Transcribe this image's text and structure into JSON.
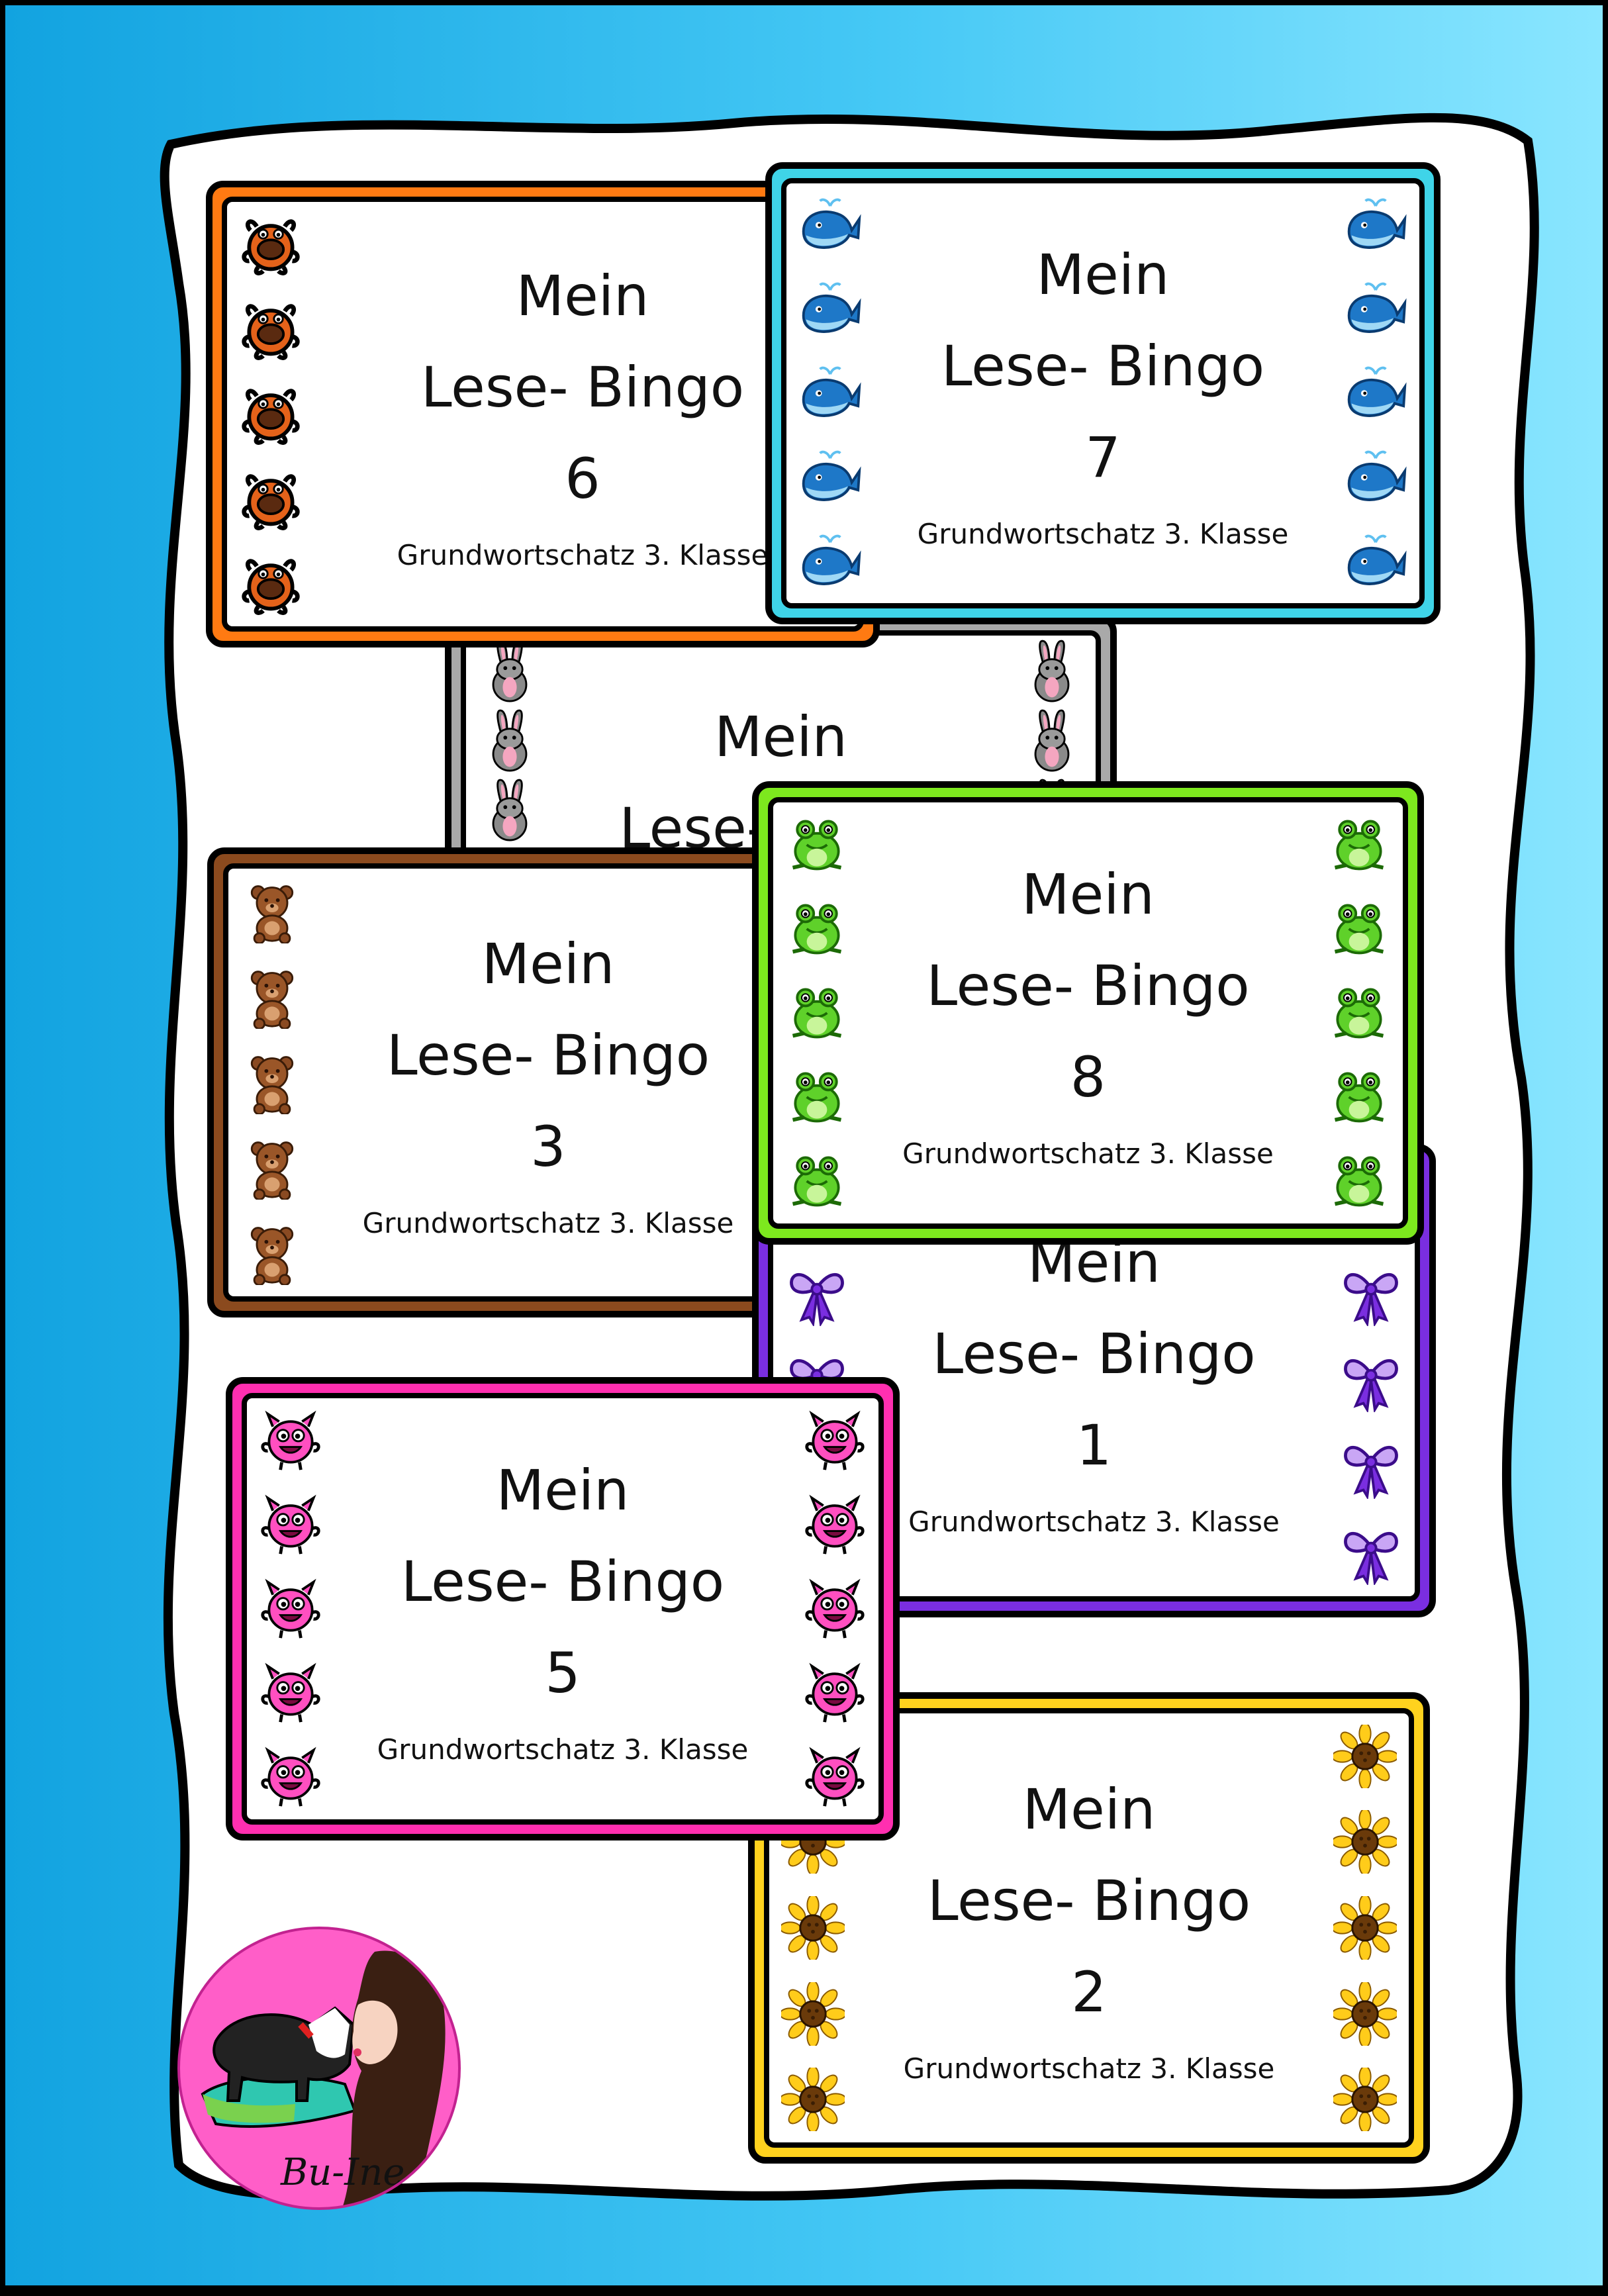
{
  "card_title": "Mein",
  "card_subtitle": "Lese- Bingo",
  "card_footer": "Grundwortschatz 3. Klasse",
  "logo_text": "Bu-Ine",
  "cards": [
    {
      "number": "6",
      "icon": "monster-bug-icon",
      "color": "#ff7a12"
    },
    {
      "number": "7",
      "icon": "whale-icon",
      "color": "#3fd4e8"
    },
    {
      "number": "",
      "icon": "bunny-icon",
      "color": "#a9a9a9"
    },
    {
      "number": "3",
      "icon": "teddy-bear-icon",
      "color": "#8b4a1e"
    },
    {
      "number": "8",
      "icon": "frog-icon",
      "color": "#7de81e"
    },
    {
      "number": "1",
      "icon": "bow-icon",
      "color": "#7a2ee0"
    },
    {
      "number": "5",
      "icon": "pink-monster-icon",
      "color": "#ff2fb0"
    },
    {
      "number": "2",
      "icon": "sunflower-icon",
      "color": "#ffd21e"
    }
  ]
}
